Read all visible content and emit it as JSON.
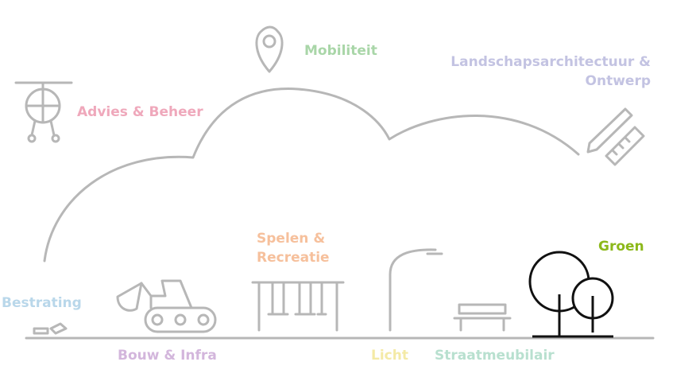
{
  "labels": {
    "mobiliteit": "Mobiliteit",
    "landschap_line1": "Landschapsarchitectuur &",
    "landschap_line2": "Ontwerp",
    "advies": "Advies & Beheer",
    "spelen_line1": "Spelen &",
    "spelen_line2": "Recreatie",
    "groen": "Groen",
    "bestrating": "Bestrating",
    "bouw": "Bouw & Infra",
    "licht": "Licht",
    "straatmeubilair": "Straatmeubilair"
  },
  "colors": {
    "mobiliteit": "#a9d6a8",
    "landschap": "#c3c3e2",
    "advies": "#efa8bb",
    "spelen": "#f6c09c",
    "groen": "#8cb81a",
    "bestrating": "#b9d7ea",
    "bouw": "#d3b6dc",
    "licht": "#f4eaa6",
    "straatmeubilair": "#b8e0cf",
    "line": "#b7b7b7",
    "highlight": "#111111"
  },
  "icons": [
    "drone-icon",
    "location-pin-icon",
    "pencil-ruler-icon",
    "paving-stones-icon",
    "excavator-icon",
    "playground-icon",
    "street-lamp-icon",
    "bench-icon",
    "trees-icon"
  ]
}
